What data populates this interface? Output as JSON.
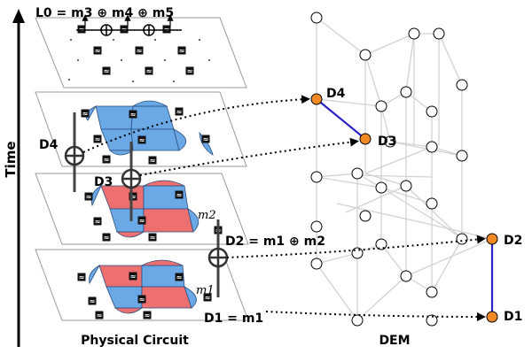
{
  "axis": {
    "label": "Time"
  },
  "captions": {
    "left": "Physical Circuit",
    "right": "DEM"
  },
  "layer_top": {
    "label": "L0 = m3 ⊕ m4 ⊕ m5"
  },
  "detectors": {
    "d1": "D1",
    "d2": "D2",
    "d3": "D3",
    "d4": "D4",
    "d1_eq": "D1 = m1",
    "d2_eq": "D2 = m1 ⊕ m2"
  },
  "measurements": {
    "m1": "m1",
    "m2": "m2"
  },
  "colors": {
    "x_stabilizer": "#6aa8e6",
    "z_stabilizer": "#ee6f6f",
    "detector_node": "#f08a24",
    "dem_edge_highlight": "#2a22c8",
    "dem_edge": "#cfcfcf",
    "arrow": "#000000"
  },
  "icons": [
    "oplus-icon",
    "time-arrow-icon",
    "qubit-icon"
  ]
}
